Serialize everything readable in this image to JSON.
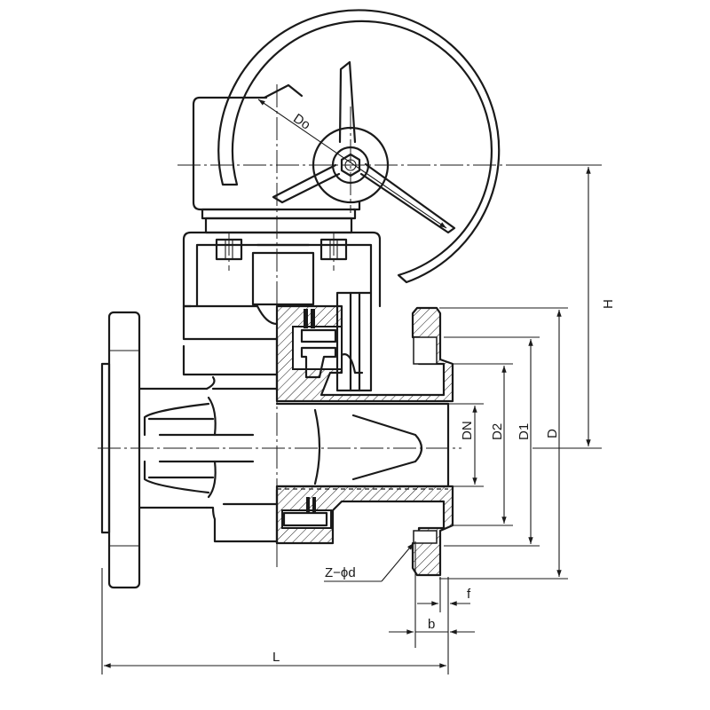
{
  "labels": {
    "do": "Do",
    "h": "H",
    "d": "D",
    "d1": "D1",
    "d2": "D2",
    "dn": "DN",
    "zphid": "Z−ϕd",
    "f": "f",
    "b": "b",
    "l": "L"
  }
}
